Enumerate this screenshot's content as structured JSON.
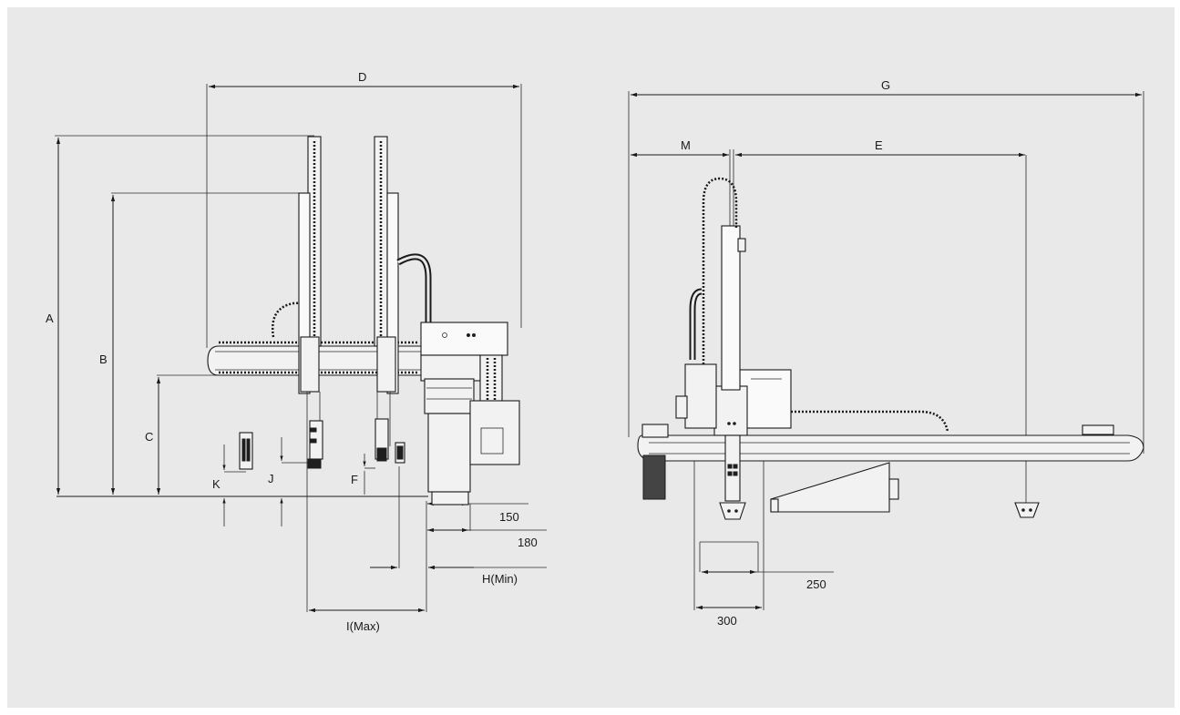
{
  "front_view": {
    "dimensions": {
      "A": "A",
      "B": "B",
      "C": "C",
      "D": "D",
      "F": "F",
      "J": "J",
      "K": "K",
      "d150": "150",
      "d180": "180",
      "h_min": "H(Min)",
      "i_max": "I(Max)"
    }
  },
  "side_view": {
    "dimensions": {
      "G": "G",
      "M": "M",
      "E": "E",
      "d250": "250",
      "d300": "300"
    }
  }
}
